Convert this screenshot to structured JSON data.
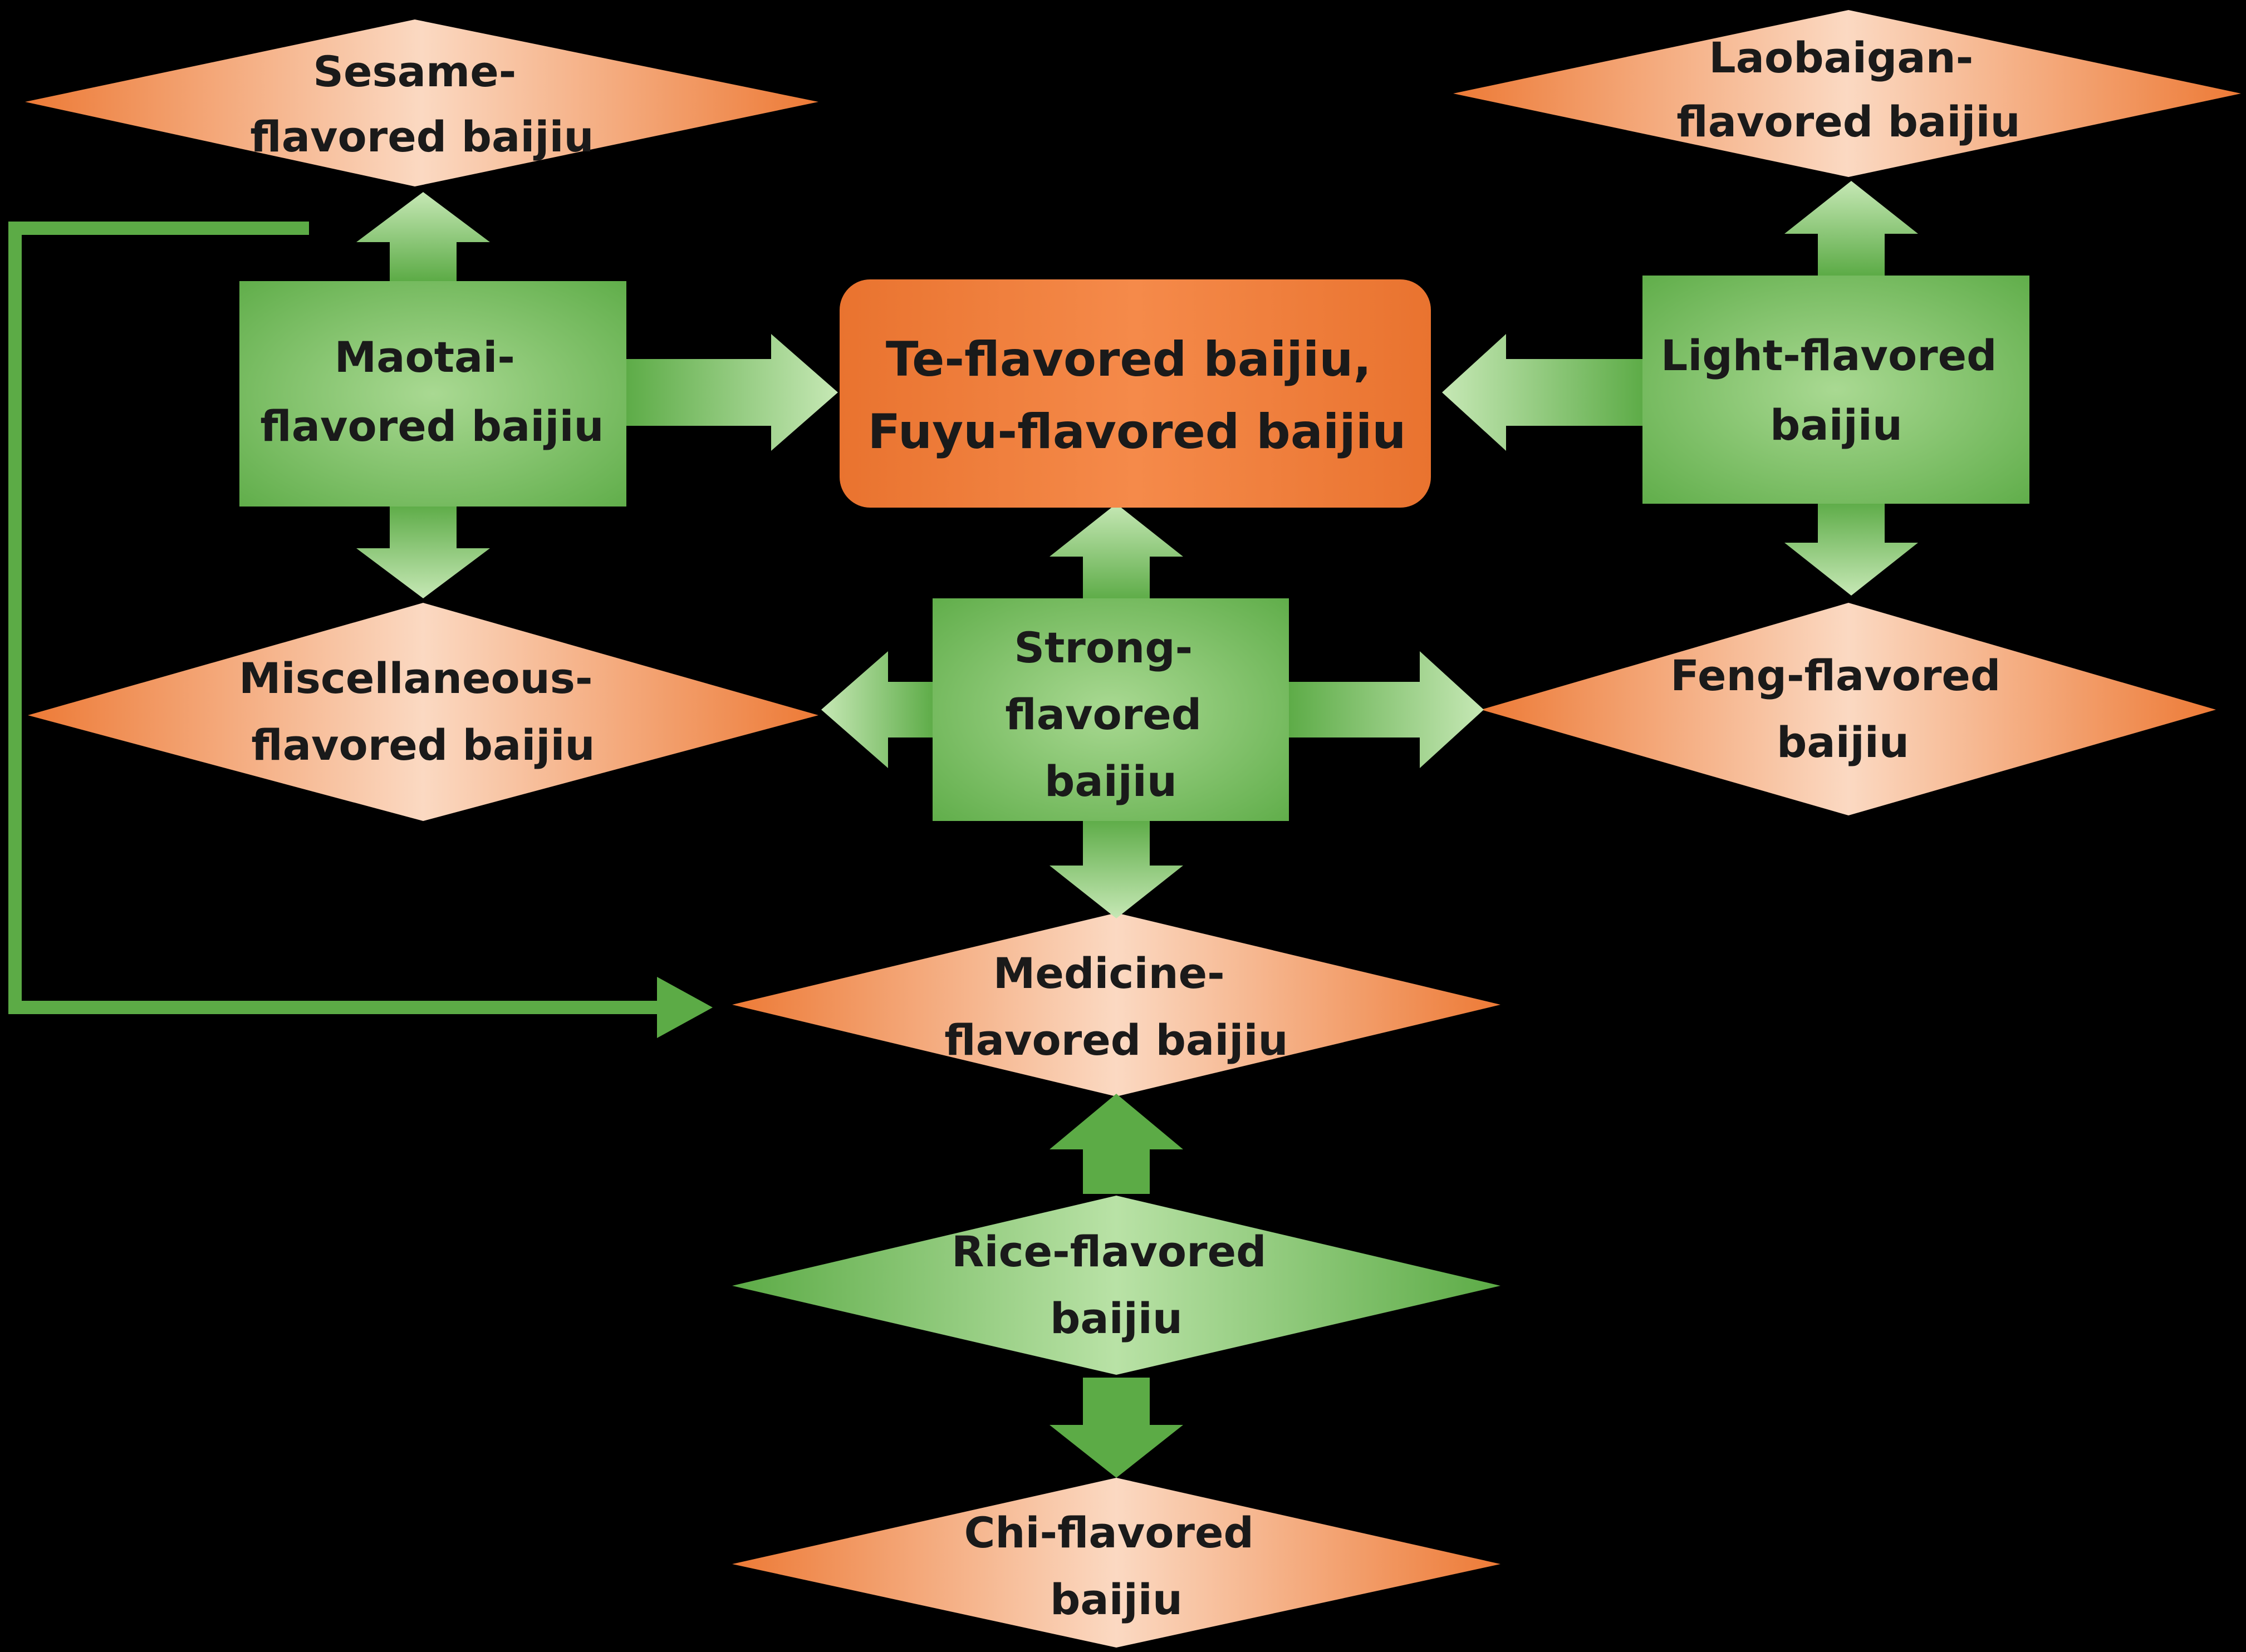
{
  "colors": {
    "background": "#000000",
    "green_dark": "#5cab46",
    "green_light": "#b9e2a6",
    "orange_dark": "#ed7a36",
    "orange_light": "#fbd9c2",
    "text": "#1a1a1a"
  },
  "nodes": {
    "sesame": {
      "lines": [
        "Sesame-",
        "flavored baijiu"
      ]
    },
    "laobaigan": {
      "lines": [
        "Laobaigan-",
        "flavored baijiu"
      ]
    },
    "maotai": {
      "lines": [
        "Maotai-",
        "flavored baijiu"
      ]
    },
    "te_fuyu": {
      "lines": [
        "Te-flavored baijiu,",
        "Fuyu-flavored baijiu"
      ]
    },
    "light": {
      "lines": [
        "Light-flavored",
        "baijiu"
      ]
    },
    "miscellaneous": {
      "lines": [
        "Miscellaneous-",
        "flavored baijiu"
      ]
    },
    "strong": {
      "lines": [
        "Strong-",
        "flavored",
        "baijiu"
      ]
    },
    "feng": {
      "lines": [
        "Feng-flavored",
        "baijiu"
      ]
    },
    "medicine": {
      "lines": [
        "Medicine-",
        "flavored baijiu"
      ]
    },
    "rice": {
      "lines": [
        "Rice-flavored",
        "baijiu"
      ]
    },
    "chi": {
      "lines": [
        "Chi-flavored",
        "baijiu"
      ]
    }
  }
}
